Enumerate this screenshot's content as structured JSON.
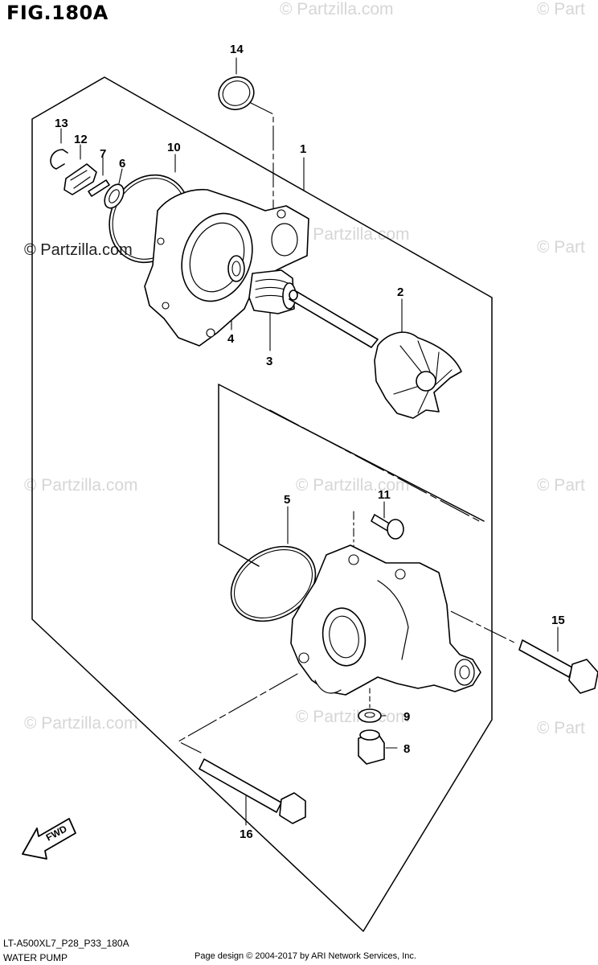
{
  "figure": {
    "title": "FIG.180A"
  },
  "watermarks": {
    "dark": "© Partzilla.com",
    "light": "© Partzilla.com",
    "edge": "© Part"
  },
  "callouts": {
    "p1": "1",
    "p2": "2",
    "p3": "3",
    "p4": "4",
    "p5": "5",
    "p6": "6",
    "p7": "7",
    "p8": "8",
    "p9": "9",
    "p10": "10",
    "p11": "11",
    "p12": "12",
    "p13": "13",
    "p14": "14",
    "p15": "15",
    "p16": "16"
  },
  "fwd_label": "FWD",
  "footer": {
    "model_code": "LT-A500XL7_P28_P33_180A",
    "section_name": "WATER PUMP",
    "page_design": "Page design © 2004-2017 by ARI Network Services, Inc."
  }
}
